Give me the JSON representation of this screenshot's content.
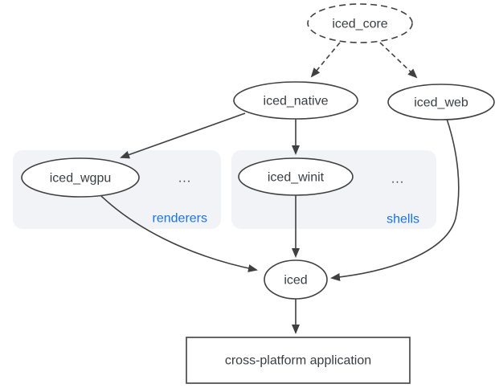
{
  "diagram": {
    "type": "dependency-graph",
    "background": "#ffffff",
    "colors": {
      "stroke": "#404040",
      "text": "#3a3d41",
      "group_fill": "#f1f3f6",
      "group_label_blue": "#1a73e8",
      "node_fill": "#ffffff"
    },
    "nodes": [
      {
        "id": "iced_core",
        "label": "iced_core",
        "shape": "ellipse",
        "border": "dashed"
      },
      {
        "id": "iced_native",
        "label": "iced_native",
        "shape": "ellipse",
        "border": "solid"
      },
      {
        "id": "iced_web",
        "label": "iced_web",
        "shape": "ellipse",
        "border": "solid"
      },
      {
        "id": "iced_wgpu",
        "label": "iced_wgpu",
        "shape": "ellipse",
        "border": "solid",
        "group": "renderers"
      },
      {
        "id": "iced_winit",
        "label": "iced_winit",
        "shape": "ellipse",
        "border": "solid",
        "group": "shells"
      },
      {
        "id": "iced",
        "label": "iced",
        "shape": "ellipse",
        "border": "solid"
      },
      {
        "id": "application",
        "label": "cross-platform application",
        "shape": "rectangle",
        "border": "solid"
      }
    ],
    "groups": [
      {
        "id": "renderers",
        "label": "renderers",
        "ellipsis": "...",
        "label_color": "#1a73e8"
      },
      {
        "id": "shells",
        "label": "shells",
        "ellipsis": "...",
        "label_color": "#1a73e8"
      }
    ],
    "edges": [
      {
        "from": "iced_core",
        "to": "iced_native",
        "style": "dashed"
      },
      {
        "from": "iced_core",
        "to": "iced_web",
        "style": "dashed"
      },
      {
        "from": "iced_native",
        "to": "iced_wgpu",
        "style": "solid"
      },
      {
        "from": "iced_native",
        "to": "iced_winit",
        "style": "solid"
      },
      {
        "from": "iced_wgpu",
        "to": "iced",
        "style": "solid"
      },
      {
        "from": "iced_winit",
        "to": "iced",
        "style": "solid"
      },
      {
        "from": "iced_web",
        "to": "iced",
        "style": "solid"
      },
      {
        "from": "iced",
        "to": "application",
        "style": "solid"
      }
    ]
  }
}
